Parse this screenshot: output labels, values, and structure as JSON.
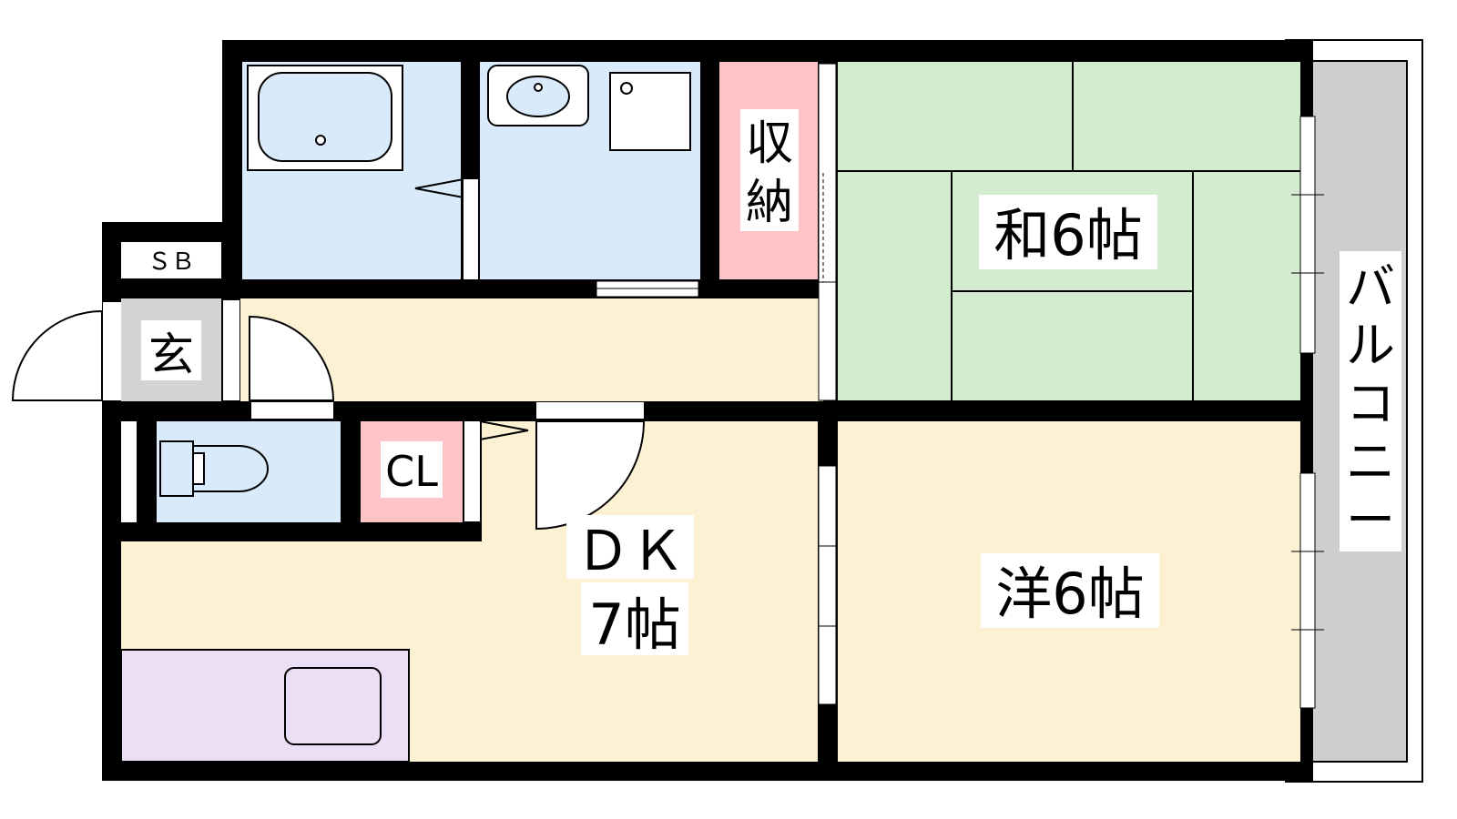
{
  "colors": {
    "wall": "#000000",
    "wet_area": "#d9eafb",
    "corridor": "#fdf1d4",
    "storage": "#fcc4c4",
    "tatami": "#d3ebcf",
    "kitchen": "#ebdef5",
    "balcony": "#cecece",
    "entrance": "#d4d4d4"
  },
  "rooms": {
    "washitsu": "和6帖",
    "youshitsu": "洋6帖",
    "dk_line1": "ＤＫ",
    "dk_line2": "7帖",
    "shuno_line1": "収",
    "shuno_line2": "納",
    "closet": "CL",
    "shoe_box": "ＳＢ",
    "genkan": "玄",
    "balcony": [
      "バ",
      "ル",
      "コ",
      "ニ",
      "ー"
    ]
  }
}
